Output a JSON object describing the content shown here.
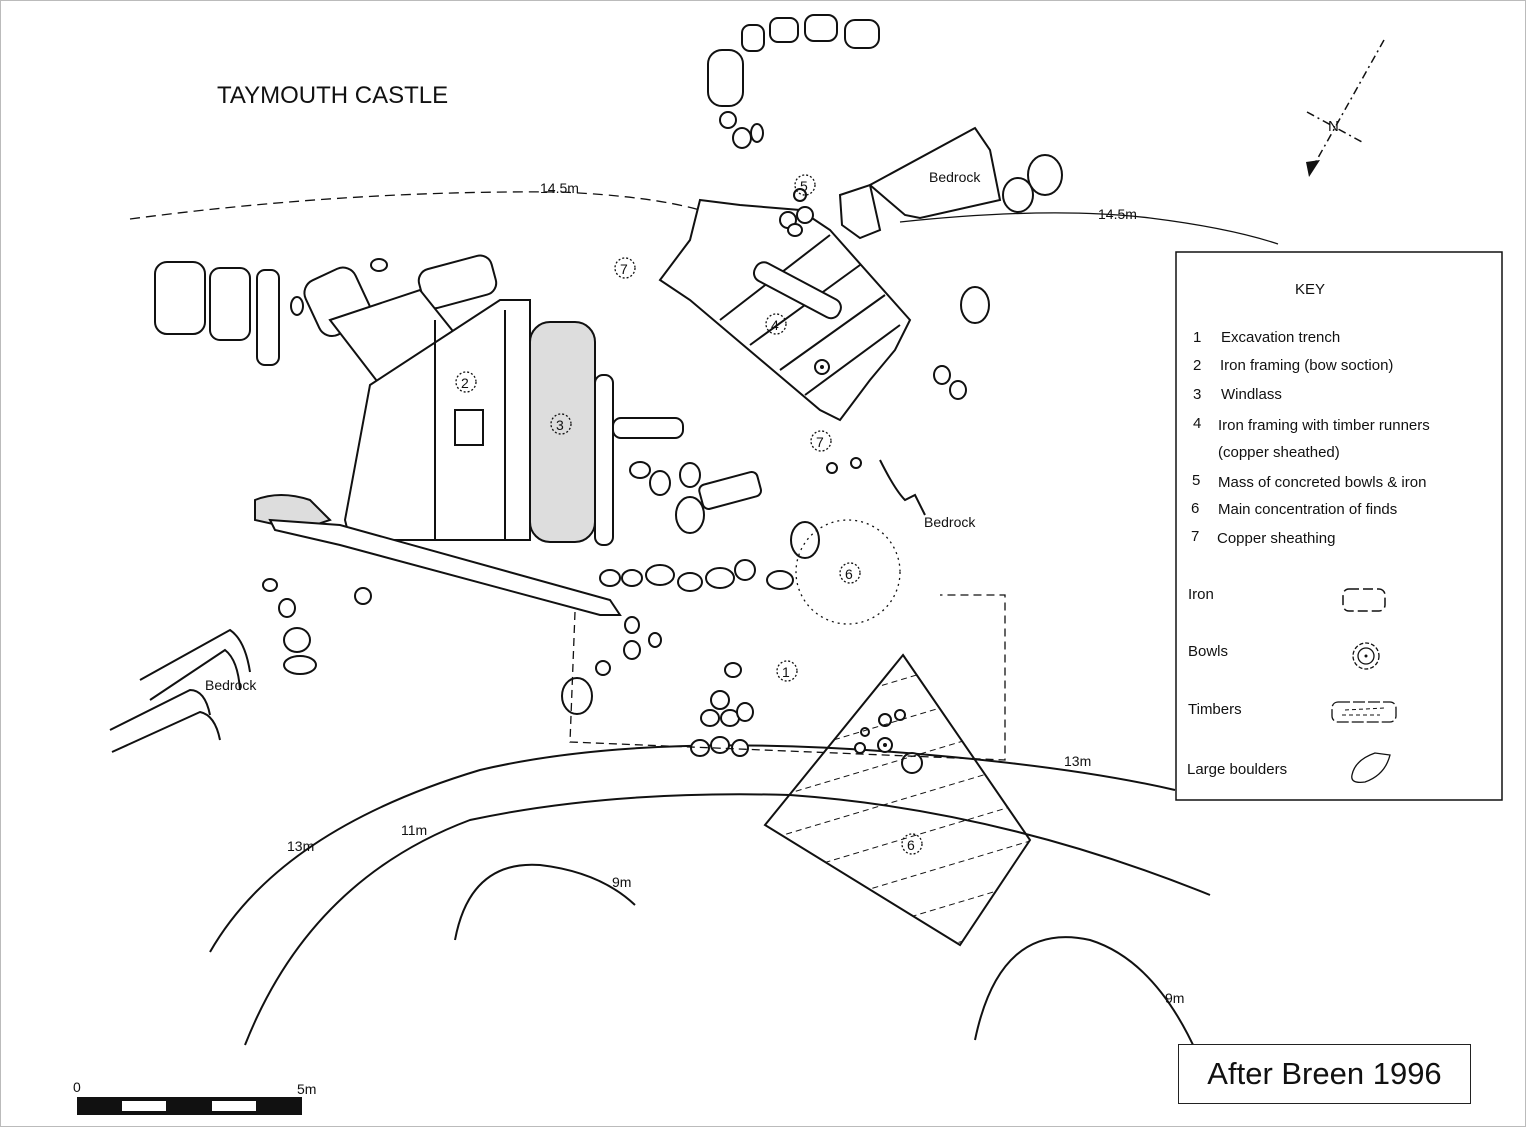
{
  "title": "TAYMOUTH CASTLE",
  "north_label": "N",
  "credit": "After Breen 1996",
  "contours": {
    "c145_left": "14.5m",
    "c145_right": "14.5m",
    "c13_right": "13m",
    "c13_left": "13m",
    "c11": "11m",
    "c9_left": "9m",
    "c9_right": "9m"
  },
  "bedrock_labels": [
    "Bedrock",
    "Bedrock",
    "Bedrock"
  ],
  "feature_numbers": [
    "1",
    "2",
    "3",
    "4",
    "5",
    "6",
    "6",
    "7",
    "7"
  ],
  "key": {
    "title": "KEY",
    "items": [
      {
        "num": "1",
        "label": "Excavation trench"
      },
      {
        "num": "2",
        "label": "Iron framing (bow soction)"
      },
      {
        "num": "3",
        "label": "Windlass"
      },
      {
        "num": "4",
        "label": "Iron framing with timber runners"
      },
      {
        "num": "",
        "label": "(copper sheathed)"
      },
      {
        "num": "5",
        "label": "Mass of concreted bowls & iron"
      },
      {
        "num": "6",
        "label": "Main concentration of finds"
      },
      {
        "num": "7",
        "label": "Copper sheathing"
      }
    ],
    "symbols": [
      {
        "label": "Iron",
        "icon": "iron-symbol"
      },
      {
        "label": "Bowls",
        "icon": "bowl-symbol"
      },
      {
        "label": "Timbers",
        "icon": "timber-symbol"
      },
      {
        "label": "Large boulders",
        "icon": "boulder-symbol"
      }
    ]
  },
  "scale": {
    "start": "0",
    "end": "5m",
    "segments": 5
  }
}
